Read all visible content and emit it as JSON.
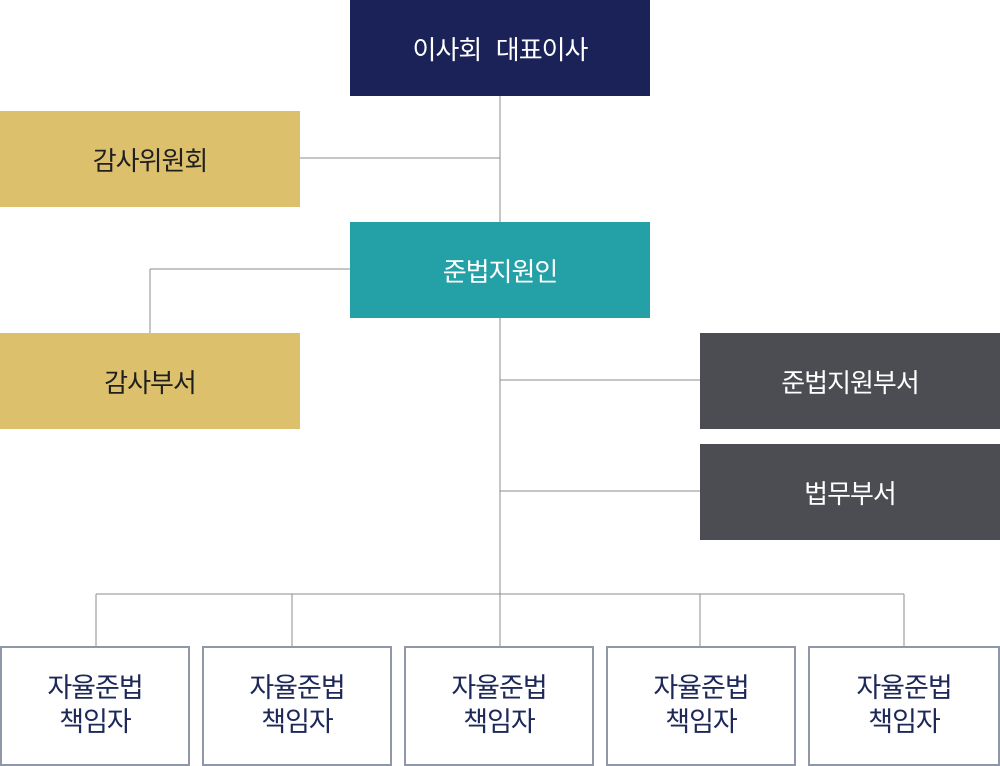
{
  "colors": {
    "top": "#1b2257",
    "gold": "#dcc06b",
    "teal": "#24a1a7",
    "gray": "#4c4d52",
    "leaf_border": "#9098a8",
    "leaf_text": "#1d2758",
    "connector": "#8e8e8e"
  },
  "board": {
    "label": "이사회  대표이사"
  },
  "audit_committee": {
    "label": "감사위원회"
  },
  "compliance_officer": {
    "label": "준법지원인"
  },
  "audit_dept": {
    "label": "감사부서"
  },
  "compliance_dept": {
    "label": "준법지원부서"
  },
  "legal_dept": {
    "label": "법무부서"
  },
  "officers": [
    {
      "line1": "자율준법",
      "line2": "책임자"
    },
    {
      "line1": "자율준법",
      "line2": "책임자"
    },
    {
      "line1": "자율준법",
      "line2": "책임자"
    },
    {
      "line1": "자율준법",
      "line2": "책임자"
    },
    {
      "line1": "자율준법",
      "line2": "책임자"
    }
  ]
}
